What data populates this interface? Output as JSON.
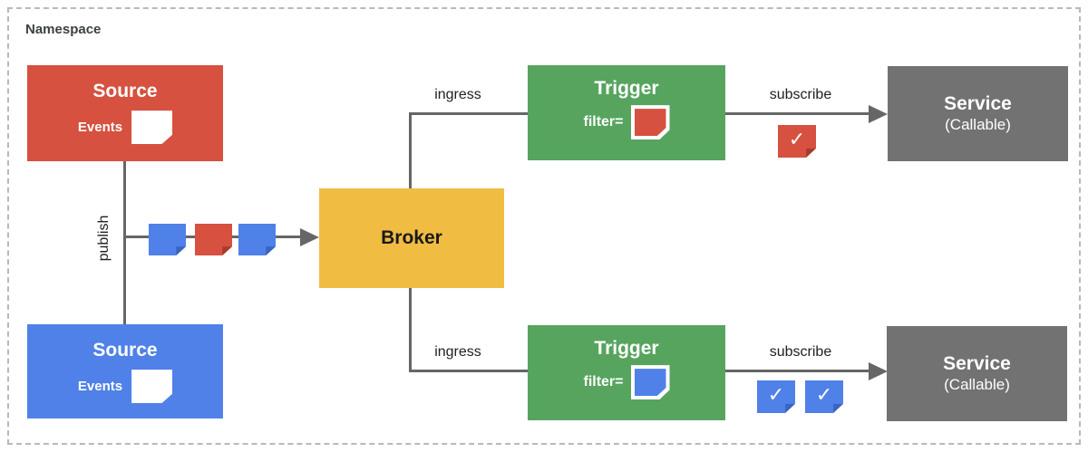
{
  "namespace": {
    "label": "Namespace"
  },
  "palette": {
    "red": "#d6513f",
    "blue": "#4f81e8",
    "green": "#57a45f",
    "yellow": "#f0bc42",
    "gray": "#727272",
    "line": "#666666",
    "border": "#b9b9b9"
  },
  "nodes": {
    "source_top": {
      "title": "Source",
      "events_label": "Events"
    },
    "source_bottom": {
      "title": "Source",
      "events_label": "Events"
    },
    "broker": {
      "title": "Broker"
    },
    "trigger_top": {
      "title": "Trigger",
      "filter_label": "filter="
    },
    "trigger_bottom": {
      "title": "Trigger",
      "filter_label": "filter="
    },
    "service_top": {
      "title": "Service",
      "subtitle": "(Callable)"
    },
    "service_bottom": {
      "title": "Service",
      "subtitle": "(Callable)"
    }
  },
  "edges": {
    "publish": {
      "label": "publish"
    },
    "ingress_top": {
      "label": "ingress"
    },
    "ingress_bottom": {
      "label": "ingress"
    },
    "subscribe_top": {
      "label": "subscribe"
    },
    "subscribe_bottom": {
      "label": "subscribe"
    }
  },
  "glyphs": {
    "checkmark": "✓"
  }
}
